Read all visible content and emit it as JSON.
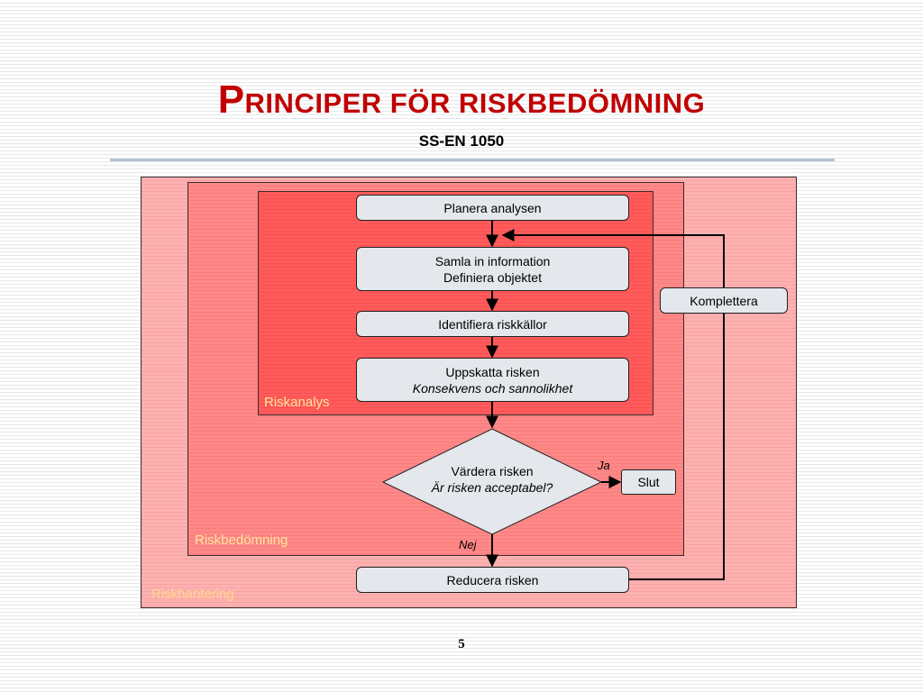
{
  "header": {
    "title_first_letter": "P",
    "title_rest": "RINCIPER FÖR RISKBEDÖMNING",
    "subtitle": "SS-EN 1050"
  },
  "zones": {
    "outer_label": "Riskhantering",
    "middle_label": "Riskbedömning",
    "inner_label": "Riskanalys"
  },
  "steps": {
    "plan": "Planera analysen",
    "collect_line1": "Samla in information",
    "collect_line2": "Definiera objektet",
    "identify": "Identifiera riskkällor",
    "estimate_line1": "Uppskatta risken",
    "estimate_line2": "Konsekvens och sannolikhet",
    "evaluate_line1": "Värdera risken",
    "evaluate_line2": "Är risken acceptabel?",
    "reduce": "Reducera risken",
    "complement": "Komplettera",
    "end": "Slut"
  },
  "edges": {
    "yes": "Ja",
    "no": "Nej"
  },
  "footer": {
    "page_number": "5"
  },
  "colors": {
    "title": "#c00000",
    "zone_outer": "#fdb1b1",
    "zone_middle": "#fd8888",
    "zone_inner": "#ff5b5b",
    "zone_label": "#ffe79a",
    "box_fill": "#e4e7ec",
    "rule": "#b7c3d0"
  }
}
